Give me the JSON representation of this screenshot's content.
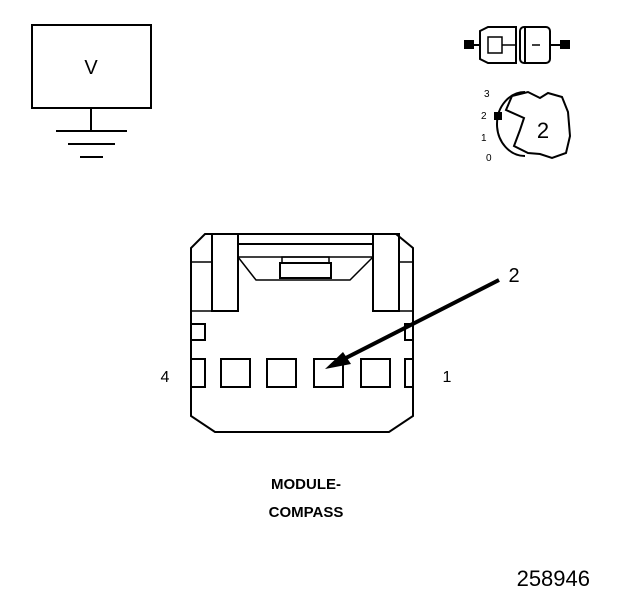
{
  "voltmeter": {
    "symbol": "V"
  },
  "meter_scale": {
    "marks": [
      "3",
      "2",
      "1",
      "0"
    ]
  },
  "meter_position": "2",
  "callout": {
    "number": "2"
  },
  "connector": {
    "pin_left": "4",
    "pin_right": "1",
    "name_line1": "MODULE-",
    "name_line2": "COMPASS"
  },
  "figure_id": "258946",
  "colors": {
    "ink": "#000000",
    "background": "#ffffff"
  }
}
